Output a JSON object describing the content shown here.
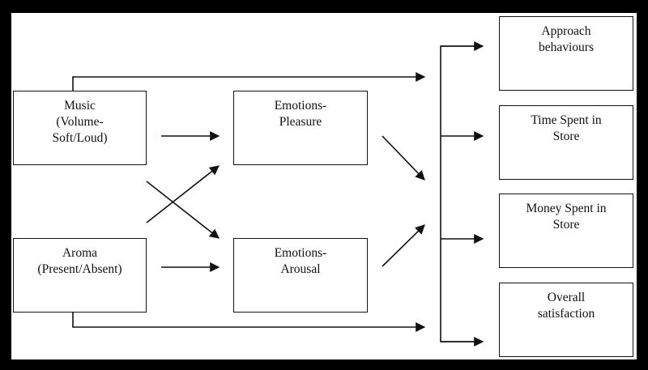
{
  "diagram": {
    "nodes": {
      "music": "Music\n(Volume-\nSoft/Loud)",
      "aroma": "Aroma\n(Present/Absent)",
      "pleasure": "Emotions-\nPleasure",
      "arousal": "Emotions-\nArousal",
      "approach": "Approach\nbehaviours",
      "time_spent": "Time Spent in\nStore",
      "money_spent": "Money Spent in\nStore",
      "satisfaction": "Overall\nsatisfaction"
    },
    "colors": {
      "ink": "#111111",
      "frame": "#000000",
      "paper": "#ffffff"
    }
  }
}
